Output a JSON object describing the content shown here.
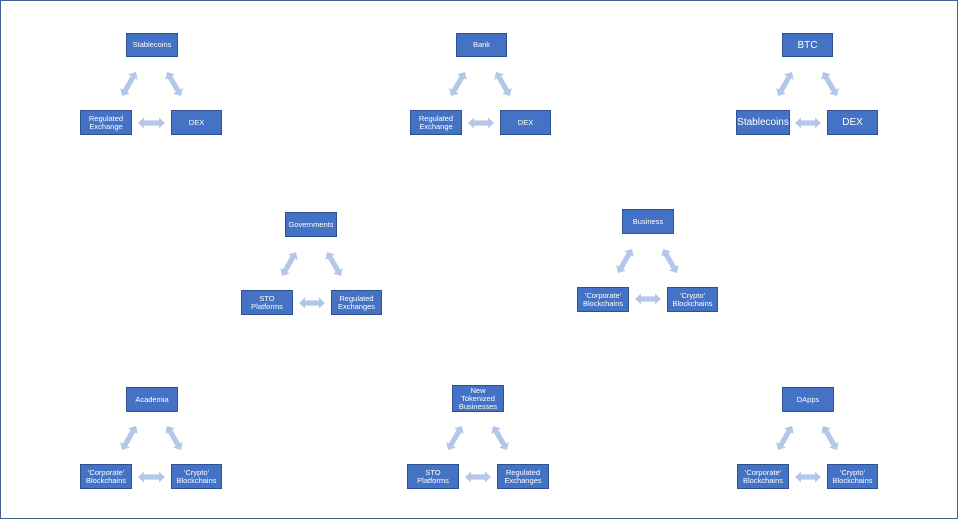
{
  "colors": {
    "node_fill": "#4472c4",
    "node_border": "#2f528f",
    "arrow": "#b4c7e7",
    "frame": "#3f5f8f"
  },
  "triangles": [
    {
      "top": "Stablecoins",
      "left": "Regulated\nExchange",
      "right": "DEX"
    },
    {
      "top": "Bank",
      "left": "Regulated\nExchange",
      "right": "DEX"
    },
    {
      "top": "BTC",
      "left": "Stablecoins",
      "right": "DEX"
    },
    {
      "top": "Governments",
      "left": "STO Platforms",
      "right": "Regulated\nExchanges"
    },
    {
      "top": "Business",
      "left": "'Corporate'\nBlockchains",
      "right": "'Crypto'\nBlockchains"
    },
    {
      "top": "Academia",
      "left": "'Corporate'\nBlockchains",
      "right": "'Crypto'\nBlockchains"
    },
    {
      "top": "New\nTokenized\nBusinesses",
      "left": "STO Platforms",
      "right": "Regulated\nExchanges"
    },
    {
      "top": "DApps",
      "left": "'Corporate'\nBlockchains",
      "right": "'Crypto'\nBlockchains"
    }
  ]
}
